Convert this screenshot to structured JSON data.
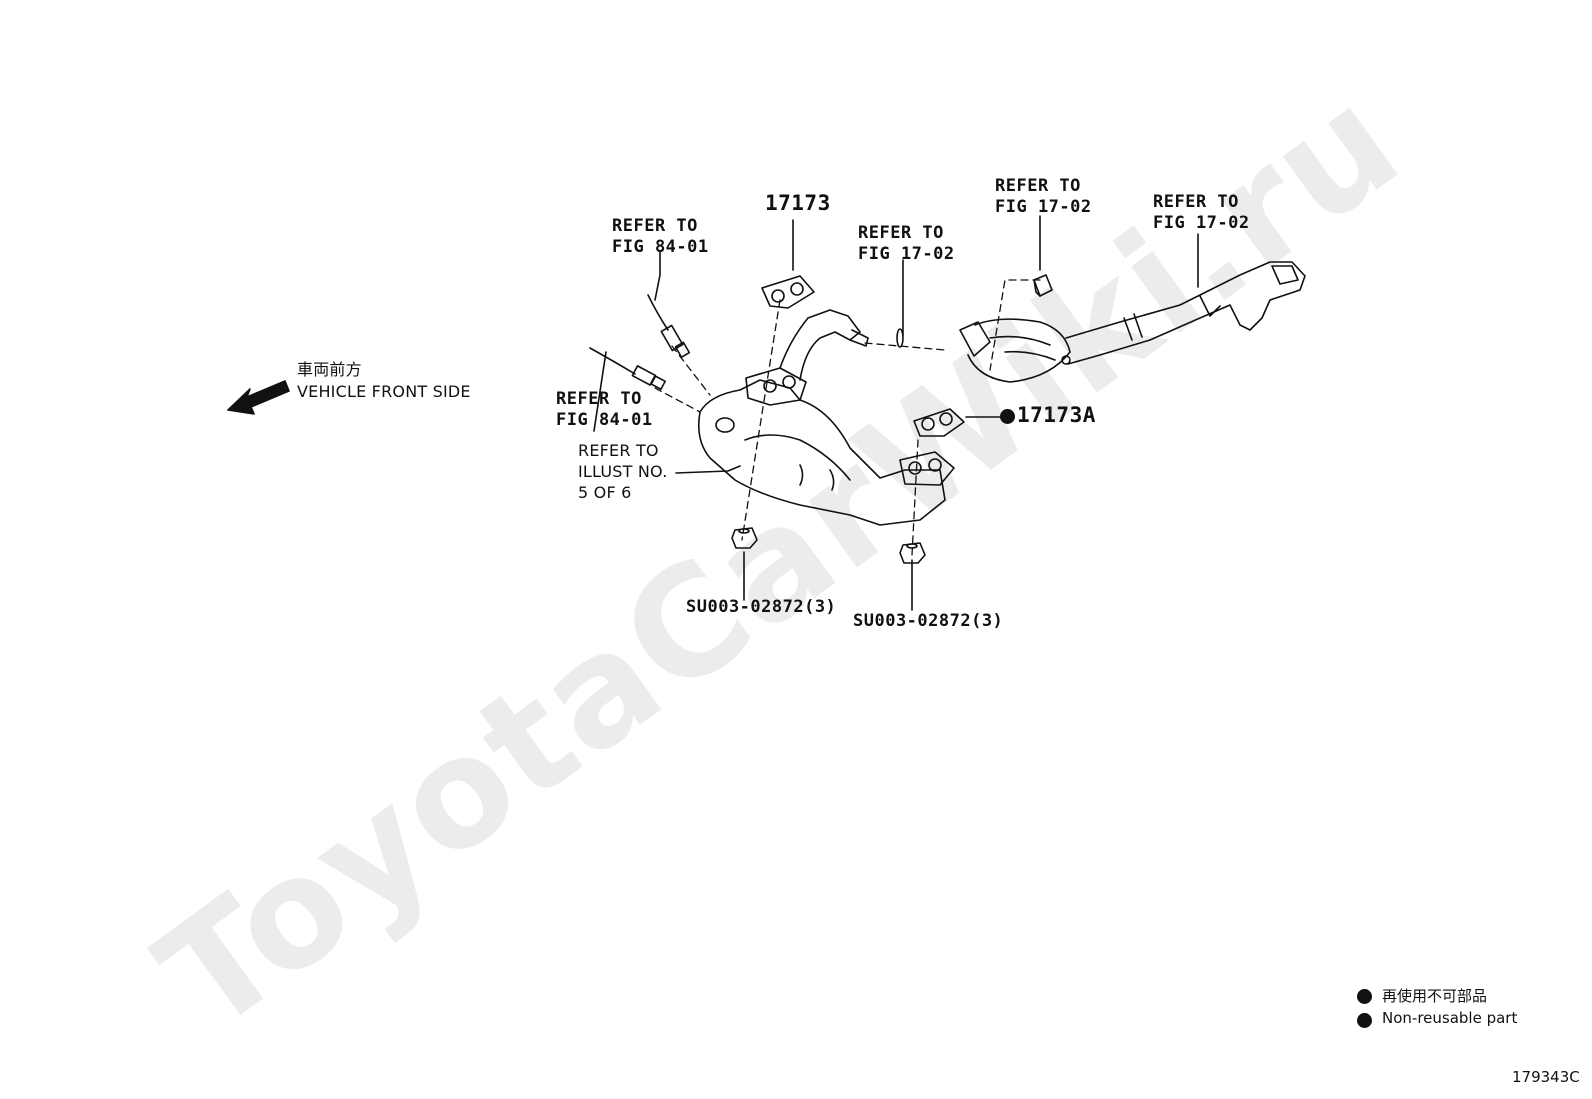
{
  "watermark": "ToyotaCarWiki.ru",
  "direction": {
    "ja": "車両前方",
    "en": "VEHICLE FRONT SIDE"
  },
  "callouts": {
    "refer_84_01_upper": "REFER TO\nFIG 84-01",
    "refer_84_01_lower": "REFER TO\nFIG 84-01",
    "refer_17_02_mid": "REFER TO\nFIG 17-02",
    "refer_17_02_top": "REFER TO\nFIG 17-02",
    "refer_17_02_right": "REFER TO\nFIG 17-02",
    "refer_illust": "REFER TO\nILLUST NO.\n5 OF 6",
    "part_17173": "17173",
    "part_17173a": "17173A",
    "nut_left": "SU003-02872(3)",
    "nut_right": "SU003-02872(3)"
  },
  "legend": {
    "ja": "再使用不可部品",
    "en": "Non-reusable part"
  },
  "figure_number": "179343C",
  "colors": {
    "ink": "#111111",
    "watermark": "#ececec"
  },
  "icons": {
    "direction": "arrow-left-down-icon",
    "non_reusable": "filled-circle-icon"
  }
}
